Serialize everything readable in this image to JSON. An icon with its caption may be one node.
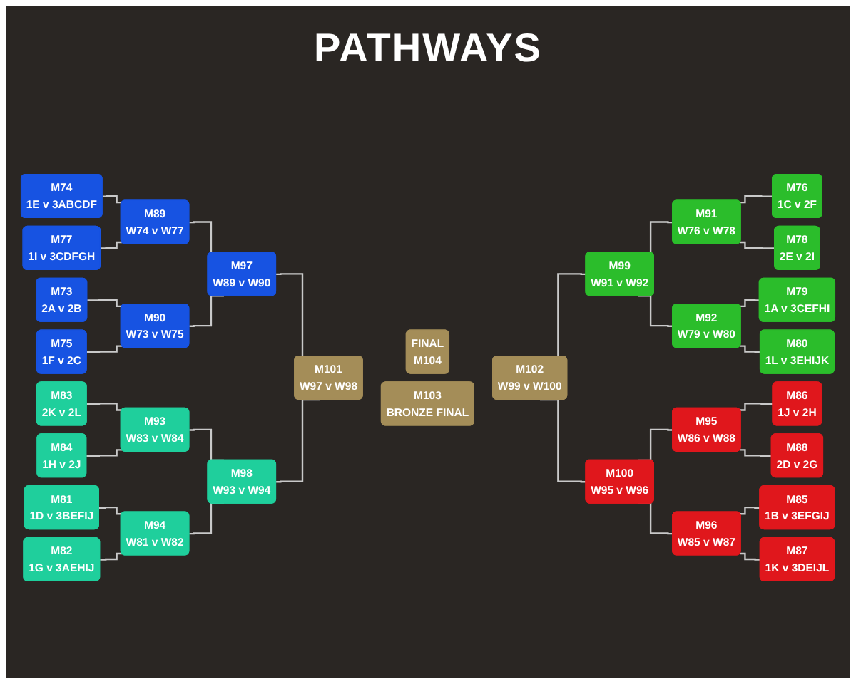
{
  "diagram": {
    "title": "PATHWAYS",
    "nodes": [
      {
        "text": [
          "M74",
          "1E v 3ABCDF"
        ]
      },
      {
        "text": [
          "M77",
          "1I v 3CDFGH"
        ]
      },
      {
        "text": [
          "M73",
          "2A v 2B"
        ]
      },
      {
        "text": [
          "M75",
          "1F v 2C"
        ]
      },
      {
        "text": [
          "M89",
          "W74 v W77"
        ]
      },
      {
        "text": [
          "M90",
          "W73 v W75"
        ]
      },
      {
        "text": [
          "M97",
          "W89 v W90"
        ]
      },
      {
        "text": [
          "M83",
          "2K v 2L"
        ]
      },
      {
        "text": [
          "M84",
          "1H v 2J"
        ]
      },
      {
        "text": [
          "M81",
          "1D v 3BEFIJ"
        ]
      },
      {
        "text": [
          "M82",
          "1G v 3AEHIJ"
        ]
      },
      {
        "text": [
          "M93",
          "W83 v W84"
        ]
      },
      {
        "text": [
          "M94",
          "W81 v W82"
        ]
      },
      {
        "text": [
          "M98",
          "W93 v W94"
        ]
      },
      {
        "text": [
          "M101",
          "W97 v W98"
        ]
      },
      {
        "text": [
          "FINAL",
          "M104"
        ]
      },
      {
        "text": [
          "M102",
          "W99 v W100"
        ]
      },
      {
        "text": [
          "M103",
          "BRONZE FINAL"
        ]
      },
      {
        "text": [
          "M99",
          "W91 v W92"
        ]
      },
      {
        "text": [
          "M91",
          "W76 v W78"
        ]
      },
      {
        "text": [
          "M92",
          "W79 v W80"
        ]
      },
      {
        "text": [
          "M76",
          "1C v 2F"
        ]
      },
      {
        "text": [
          "M78",
          "2E v 2I"
        ]
      },
      {
        "text": [
          "M79",
          "1A v 3CEFHI"
        ]
      },
      {
        "text": [
          "M80",
          "1L v 3EHIJK"
        ]
      },
      {
        "text": [
          "M100",
          "W95 v W96"
        ]
      },
      {
        "text": [
          "M95",
          "W86 v W88"
        ]
      },
      {
        "text": [
          "M96",
          "W85 v W87"
        ]
      },
      {
        "text": [
          "M86",
          "1J v 2H"
        ]
      },
      {
        "text": [
          "M88",
          "2D v 2G"
        ]
      },
      {
        "text": [
          "M85",
          "1B v 3EFGIJ"
        ]
      },
      {
        "text": [
          "M87",
          "1K v 3DEIJL"
        ]
      }
    ],
    "edges": [
      {
        "from": 0,
        "to": 4,
        "arrow": "none"
      },
      {
        "from": 1,
        "to": 4,
        "arrow": "none"
      },
      {
        "from": 2,
        "to": 5,
        "arrow": "none"
      },
      {
        "from": 3,
        "to": 5,
        "arrow": "none"
      },
      {
        "from": 4,
        "to": 6,
        "arrow": "none"
      },
      {
        "from": 5,
        "to": 6,
        "arrow": "none"
      },
      {
        "from": 6,
        "to": 14,
        "arrow": "none"
      },
      {
        "from": 7,
        "to": 11,
        "arrow": "none"
      },
      {
        "from": 8,
        "to": 11,
        "arrow": "none"
      },
      {
        "from": 9,
        "to": 12,
        "arrow": "none"
      },
      {
        "from": 10,
        "to": 12,
        "arrow": "none"
      },
      {
        "from": 11,
        "to": 13,
        "arrow": "none"
      },
      {
        "from": 12,
        "to": 13,
        "arrow": "none"
      },
      {
        "from": 13,
        "to": 14,
        "arrow": "none"
      },
      {
        "from": 16,
        "to": 18,
        "arrow": "none"
      },
      {
        "from": 18,
        "to": 19,
        "arrow": "none"
      },
      {
        "from": 18,
        "to": 20,
        "arrow": "none"
      },
      {
        "from": 19,
        "to": 21,
        "arrow": "none"
      },
      {
        "from": 19,
        "to": 22,
        "arrow": "none"
      },
      {
        "from": 20,
        "to": 23,
        "arrow": "none"
      },
      {
        "from": 20,
        "to": 24,
        "arrow": "none"
      },
      {
        "from": 16,
        "to": 25,
        "arrow": "none"
      },
      {
        "from": 25,
        "to": 26,
        "arrow": "none"
      },
      {
        "from": 25,
        "to": 27,
        "arrow": "none"
      },
      {
        "from": 26,
        "to": 28,
        "arrow": "none"
      },
      {
        "from": 26,
        "to": 29,
        "arrow": "none"
      },
      {
        "from": 27,
        "to": 30,
        "arrow": "none"
      },
      {
        "from": 27,
        "to": 31,
        "arrow": "none"
      }
    ]
  }
}
